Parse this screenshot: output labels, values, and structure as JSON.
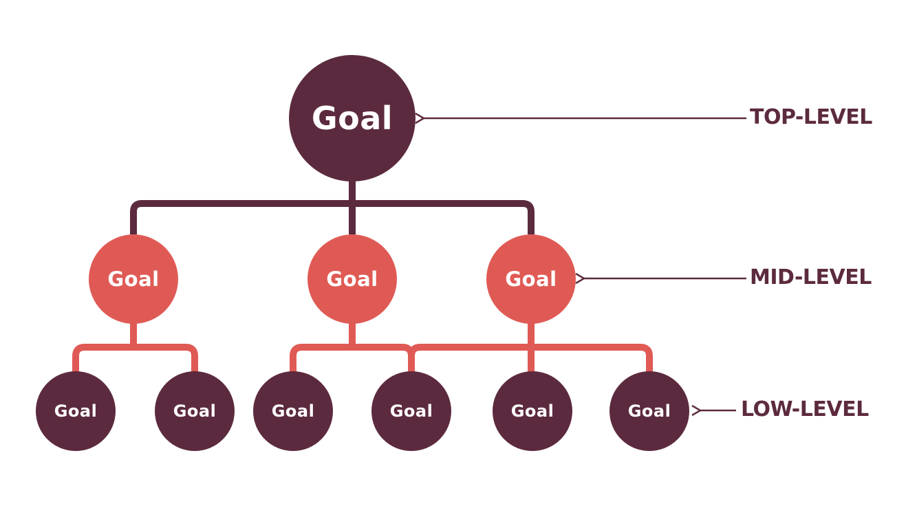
{
  "colors": {
    "dark": "#5c2a3e",
    "accent": "#e05a55",
    "background": "#ffffff"
  },
  "nodes": {
    "top": "Goal",
    "mid": [
      "Goal",
      "Goal",
      "Goal"
    ],
    "low": [
      "Goal",
      "Goal",
      "Goal",
      "Goal",
      "Goal",
      "Goal"
    ]
  },
  "levels": {
    "top": "TOP-LEVEL",
    "mid": "MID-LEVEL",
    "low": "LOW-LEVEL"
  }
}
